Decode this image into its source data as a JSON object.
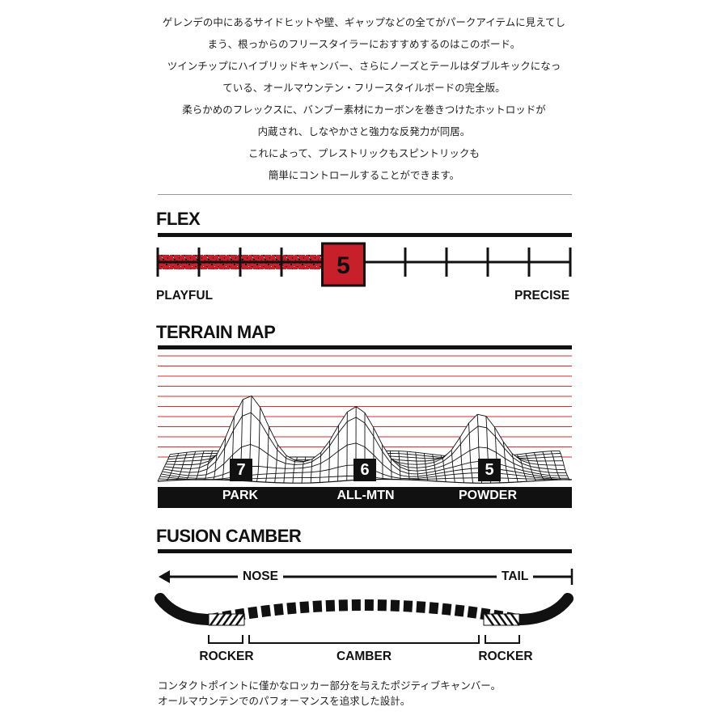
{
  "intro": {
    "lines": [
      "ゲレンデの中にあるサイドヒットや壁、ギャップなどの全てがパークアイテムに見えてし",
      "まう、根っからのフリースタイラーにおすすめするのはこのボード。",
      "ツインチップにハイブリッドキャンバー、さらにノーズとテールはダブルキックになっ",
      "ている、オールマウンテン・フリースタイルボードの完全版。",
      "柔らかめのフレックスに、バンブー素材にカーボンを巻きつけたホットロッドが",
      "内蔵され、しなやかさと強力な反発力が同居。",
      "これによって、プレストリックもスピントリックも",
      "簡単にコントロールすることができます。"
    ]
  },
  "flex": {
    "heading": "FLEX",
    "value": 5,
    "scale_max": 10,
    "value_label": "5",
    "min_label": "PLAYFUL",
    "max_label": "PRECISE",
    "accent_color": "#c8202a"
  },
  "terrain": {
    "heading": "TERRAIN MAP",
    "line_color": "#d62b30",
    "items": [
      {
        "label": "PARK",
        "score": "7"
      },
      {
        "label": "ALL-MTN",
        "score": "6"
      },
      {
        "label": "POWDER",
        "score": "5"
      }
    ]
  },
  "camber": {
    "heading": "FUSION CAMBER",
    "nose_label": "NOSE",
    "tail_label": "TAIL",
    "zones": [
      "ROCKER",
      "CAMBER",
      "ROCKER"
    ]
  },
  "footer": {
    "lines": [
      "コンタクトポイントに僅かなロッカー部分を与えたポジティブキャンバー。",
      "オールマウンテンでのパフォーマンスを追求した設計。"
    ]
  }
}
